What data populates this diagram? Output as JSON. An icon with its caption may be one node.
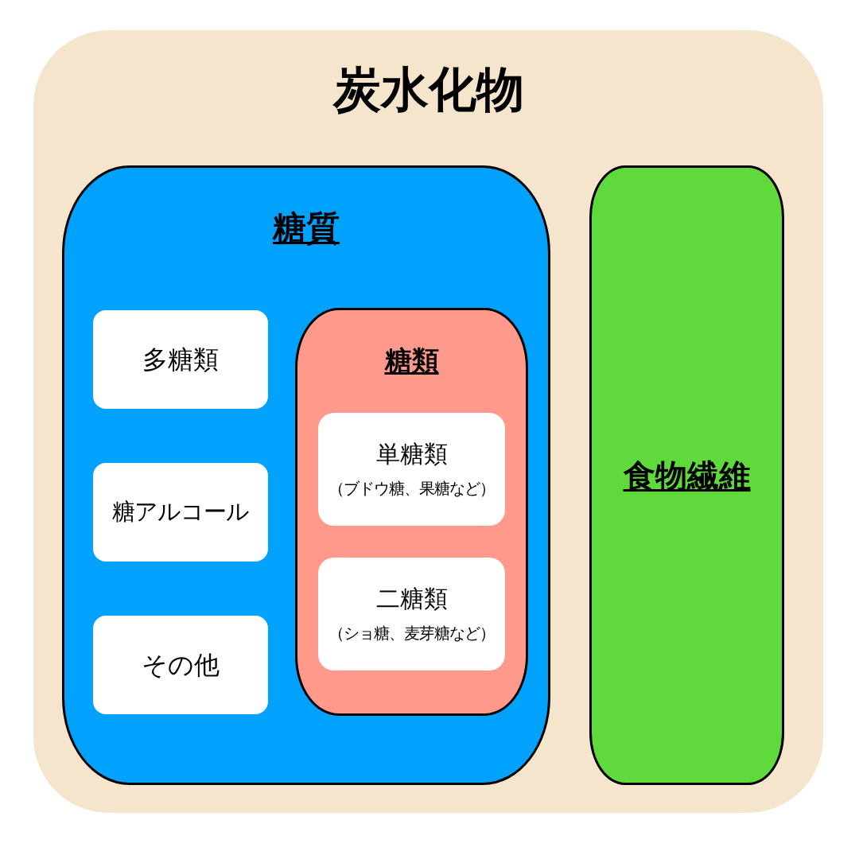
{
  "diagram": {
    "nodes": [
      {
        "text": [
          "炭水化物"
        ]
      },
      {
        "text": [
          "糖質"
        ],
        "in": 0
      },
      {
        "text": [
          "多糖類"
        ],
        "in": 1
      },
      {
        "text": [
          "糖アルコール"
        ],
        "in": 1
      },
      {
        "text": [
          "その他"
        ],
        "in": 1
      },
      {
        "text": [
          "糖類"
        ],
        "in": 1
      },
      {
        "text": [
          "単糖類",
          "（ブドウ糖、果糖など）"
        ],
        "in": 5
      },
      {
        "text": [
          "二糖類",
          "（ショ糖、麦芽糖など）"
        ],
        "in": 5
      },
      {
        "text": [
          "食物繊維"
        ],
        "in": 0
      }
    ]
  }
}
